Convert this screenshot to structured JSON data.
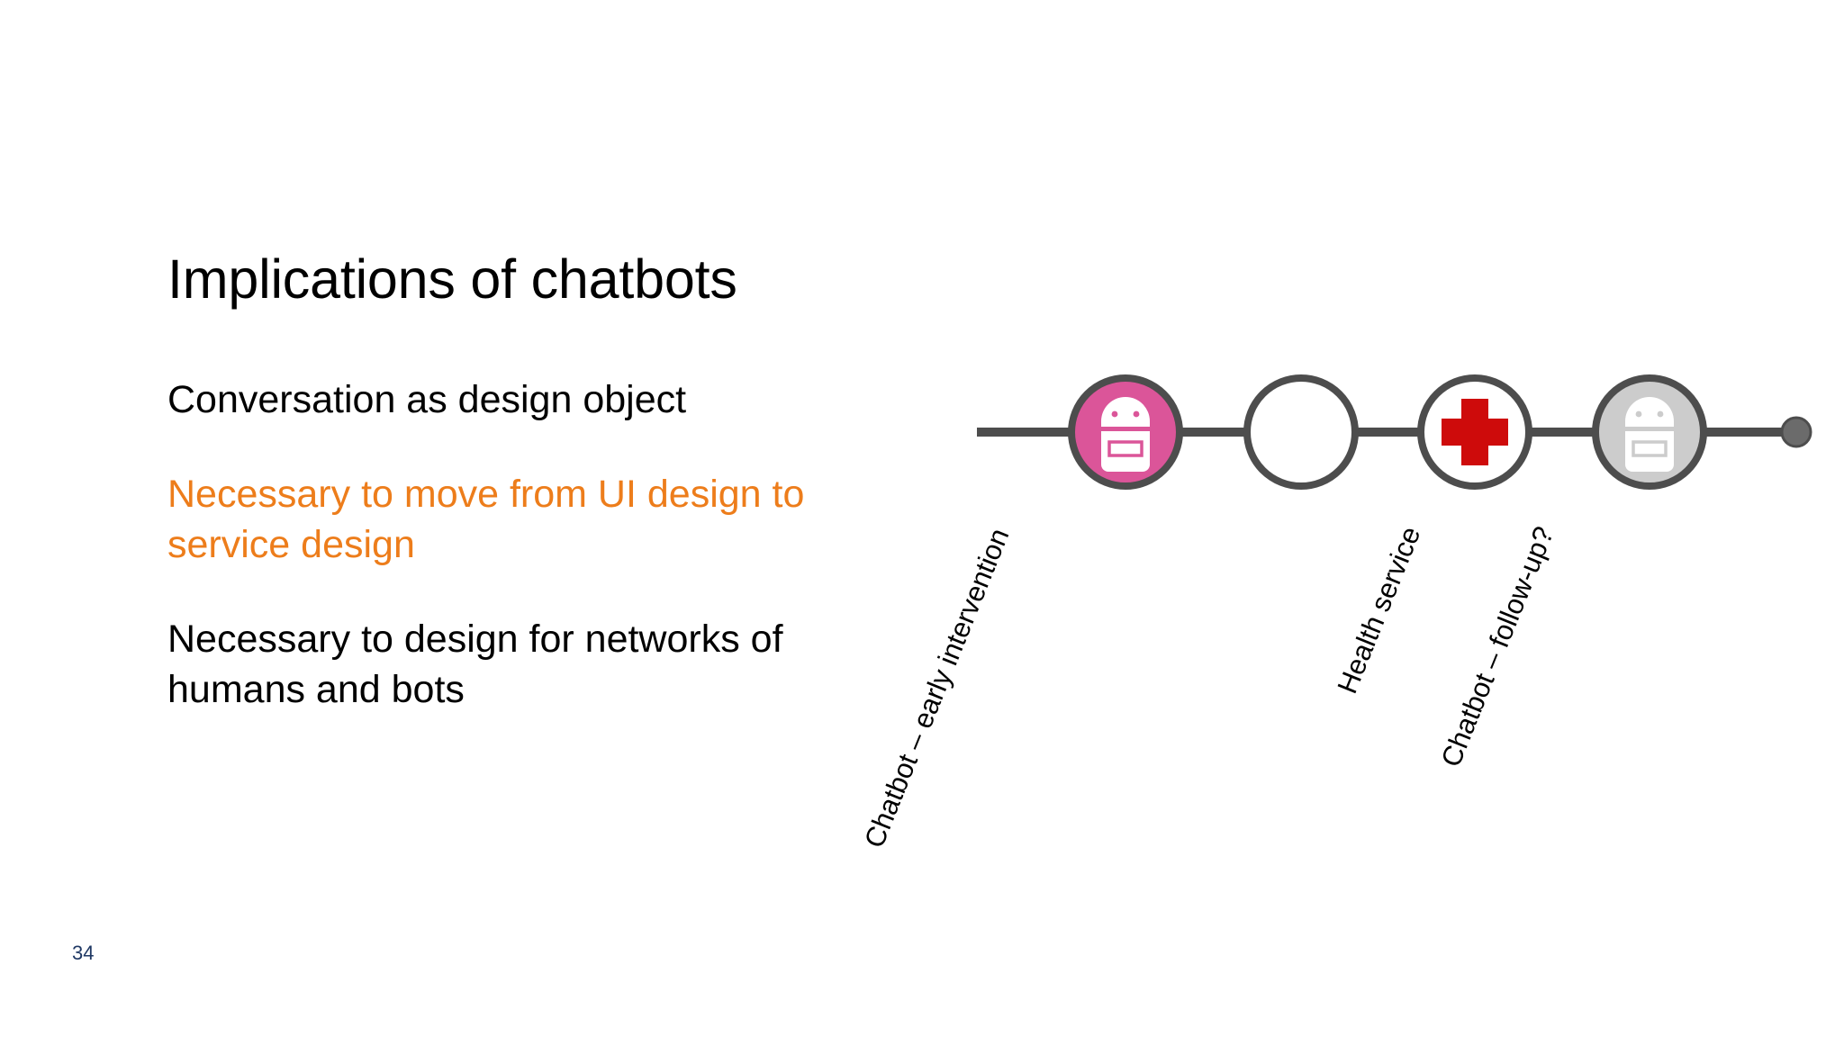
{
  "slide": {
    "title": "Implications of chatbots",
    "page_number": "34",
    "page_number_color": "#1F3864",
    "background_color": "#FFFFFF",
    "paragraphs": [
      {
        "text": "Conversation as design object",
        "color": "#000000",
        "emphasis": false
      },
      {
        "text": "Necessary to move from UI design to service design",
        "color": "#ED7D1B",
        "emphasis": true
      },
      {
        "text": "Necessary to design for networks of humans and bots",
        "color": "#000000",
        "emphasis": false
      }
    ]
  },
  "timeline": {
    "line_color": "#4D4D4D",
    "nodes": [
      {
        "id": "node-chatbot-early",
        "icon": "chatbot-icon",
        "fill": "#DB5599",
        "stroke": "#4D4D4D",
        "glyph_color": "#FFFFFF",
        "label": "Chatbot – early intervention"
      },
      {
        "id": "node-empty",
        "icon": "empty-circle-icon",
        "fill": "#FFFFFF",
        "stroke": "#4D4D4D",
        "glyph_color": "",
        "label": ""
      },
      {
        "id": "node-health-service",
        "icon": "red-cross-icon",
        "fill": "#FFFFFF",
        "stroke": "#4D4D4D",
        "glyph_color": "#CE0B0B",
        "label": "Health service"
      },
      {
        "id": "node-chatbot-followup",
        "icon": "chatbot-icon",
        "fill": "#CCCCCC",
        "stroke": "#4D4D4D",
        "glyph_color": "#FFFFFF",
        "label": "Chatbot – follow-up?"
      }
    ],
    "end_marker": {
      "id": "end-dot",
      "fill": "#6B6B6B",
      "stroke": "#4D4D4D"
    }
  }
}
